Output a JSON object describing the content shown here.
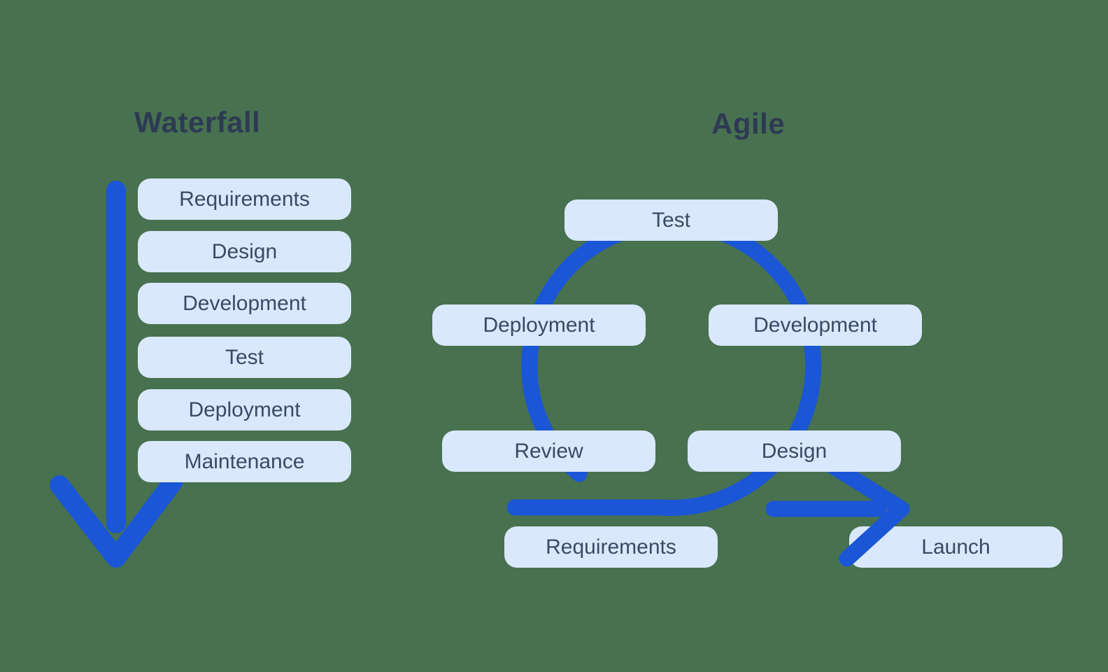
{
  "colors": {
    "background": "#48714F",
    "arrow_blue": "#1A56D6",
    "box_fill": "#D9E8FC",
    "box_text": "#394A63",
    "title_text": "#2D3A54"
  },
  "waterfall": {
    "title": "Waterfall",
    "steps": [
      "Requirements",
      "Design",
      "Development",
      "Test",
      "Deployment",
      "Maintenance"
    ]
  },
  "agile": {
    "title": "Agile",
    "steps": [
      {
        "label": "Test",
        "position": "top"
      },
      {
        "label": "Deployment",
        "position": "left"
      },
      {
        "label": "Development",
        "position": "right"
      },
      {
        "label": "Review",
        "position": "bottom-left"
      },
      {
        "label": "Design",
        "position": "bottom-right"
      },
      {
        "label": "Requirements",
        "position": "entry"
      },
      {
        "label": "Launch",
        "position": "exit"
      }
    ]
  },
  "icons": {
    "waterfall_flow": "down-arrow",
    "agile_loop": "circular-loop-arrow",
    "agile_exit": "right-arrow"
  }
}
